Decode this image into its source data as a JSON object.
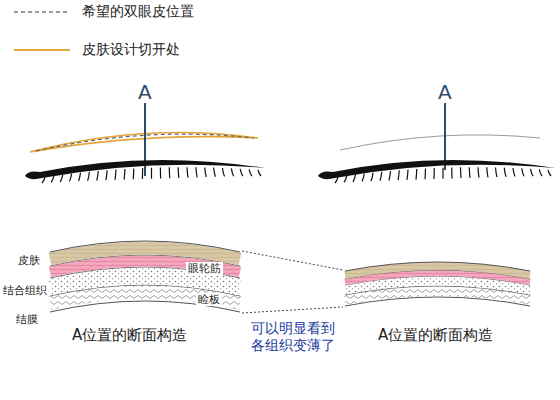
{
  "diagram": {
    "labels": [
      "A",
      "A",
      "皮肤",
      "眼轮筋",
      "结合组织",
      "睑板",
      "结膜",
      "A位置的断面构造",
      "可以明显看到 各组织变薄了",
      "A位置的断面构造"
    ],
    "legend": [
      {
        "text": "希望的双眼皮位置"
      },
      {
        "text": "皮肤设计切开处"
      }
    ]
  }
}
